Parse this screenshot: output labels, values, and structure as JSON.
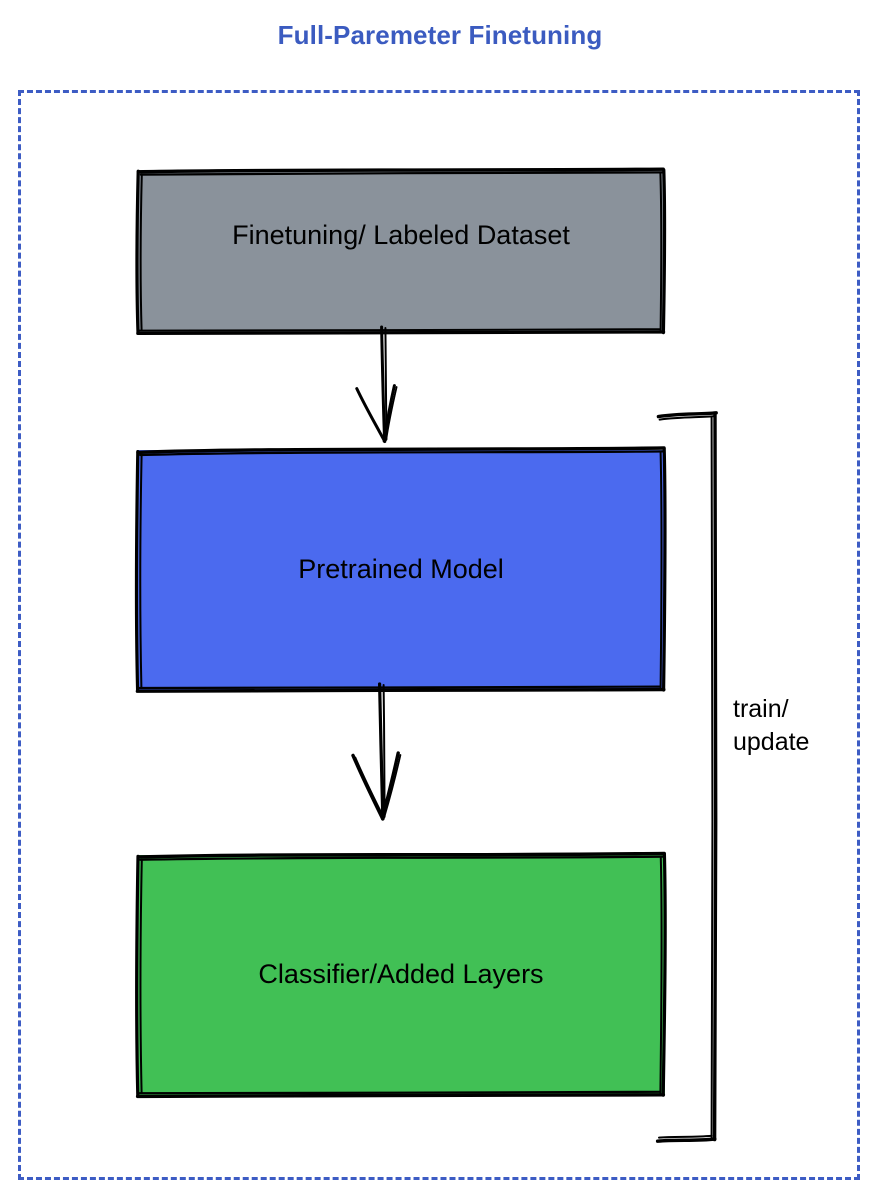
{
  "title": "Full-Paremeter Finetuning",
  "colors": {
    "title": "#3b5bc0",
    "container_border": "#3d5cc4",
    "dataset_box": "#8a929b",
    "pretrained_box": "#4b6aef",
    "classifier_box": "#41c055",
    "stroke": "#000000",
    "label_text": "#000000",
    "background": "#ffffff"
  },
  "container": {
    "name": "dashed-boundary",
    "style": "dashed"
  },
  "nodes": [
    {
      "id": "dataset",
      "label": "Finetuning/ Labeled Dataset",
      "fill": "#8a929b",
      "shape": "rectangle"
    },
    {
      "id": "pretrained",
      "label": "Pretrained Model",
      "fill": "#4b6aef",
      "shape": "rectangle"
    },
    {
      "id": "classifier",
      "label": "Classifier/Added Layers",
      "fill": "#41c055",
      "shape": "rectangle"
    }
  ],
  "edges": [
    {
      "id": "dataset-to-pretrained",
      "from": "dataset",
      "to": "pretrained",
      "label": "",
      "style": "arrow-down"
    },
    {
      "id": "pretrained-to-classifier",
      "from": "pretrained",
      "to": "classifier",
      "label": "",
      "style": "arrow-down"
    },
    {
      "id": "feedback-loop",
      "from": "classifier",
      "to": "pretrained",
      "label_line1": "train/",
      "label_line2": "update",
      "style": "bracket"
    }
  ]
}
